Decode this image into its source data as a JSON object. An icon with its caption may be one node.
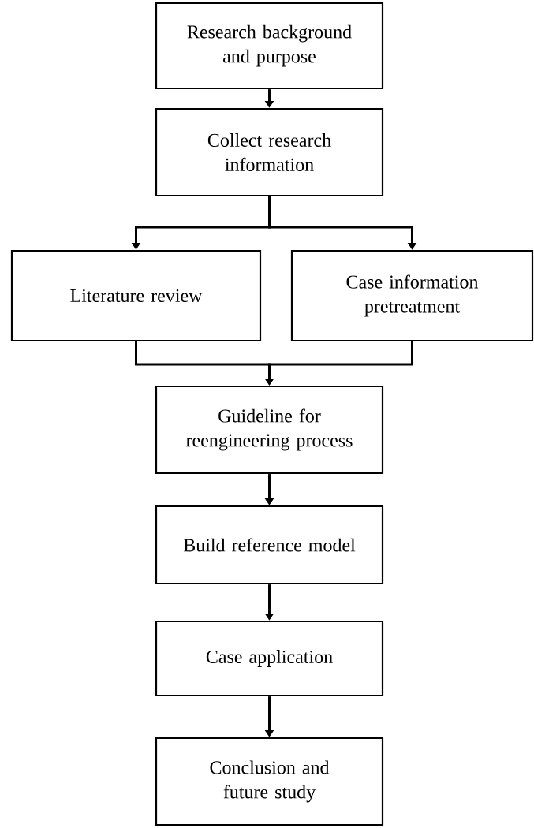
{
  "diagram": {
    "nodes": [
      {
        "text": [
          "Research background and purpose"
        ]
      },
      {
        "text": [
          "Collect research information"
        ]
      },
      {
        "text": [
          "Literature review"
        ]
      },
      {
        "text": [
          "Case information pretreatment"
        ]
      },
      {
        "text": [
          "Guideline for reengineering process"
        ]
      },
      {
        "text": [
          "Build reference model"
        ]
      },
      {
        "text": [
          "Case application"
        ]
      },
      {
        "text": [
          "Conclusion and future study"
        ]
      }
    ],
    "edges": [
      {
        "from": 0,
        "to": 1,
        "arrow": "to"
      },
      {
        "from": 1,
        "to": 2,
        "arrow": "to"
      },
      {
        "from": 1,
        "to": 3,
        "arrow": "to"
      },
      {
        "from": 2,
        "to": 4,
        "arrow": "to"
      },
      {
        "from": 3,
        "to": 4,
        "arrow": "to"
      },
      {
        "from": 4,
        "to": 5,
        "arrow": "to"
      },
      {
        "from": 5,
        "to": 6,
        "arrow": "to"
      },
      {
        "from": 6,
        "to": 7,
        "arrow": "to"
      }
    ]
  }
}
